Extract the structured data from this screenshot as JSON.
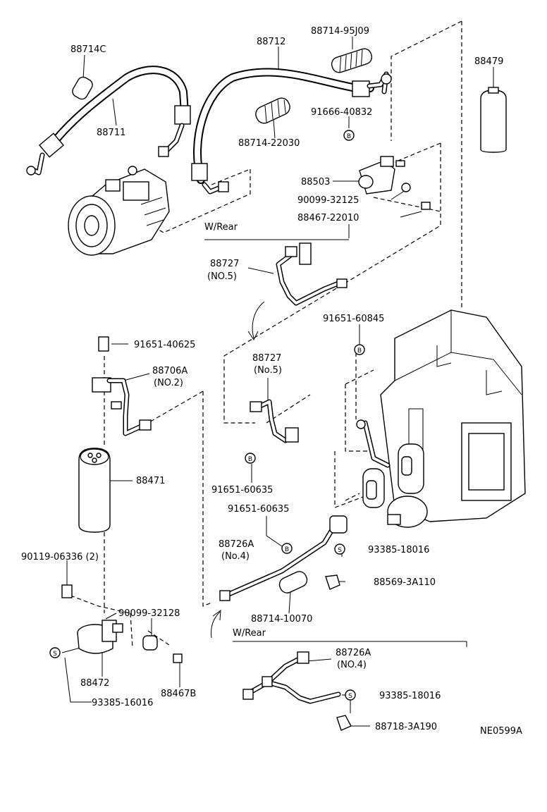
{
  "diagram": {
    "catalog_code": "NE0599A",
    "sections": {
      "w_rear_top": "W/Rear",
      "w_rear_bottom": "W/Rear"
    },
    "symbols": {
      "b": "B",
      "s": "S"
    },
    "labels": {
      "p88714C": "88714C",
      "p88711": "88711",
      "p88712": "88712",
      "p88714_95J09": "88714-95J09",
      "p88479": "88479",
      "p91666_40832": "91666-40832",
      "p88714_22030": "88714-22030",
      "p88503": "88503",
      "p90099_32125": "90099-32125",
      "p88467_22010": "88467-22010",
      "p88727_top": "88727",
      "p88727_top_no": "(NO.5)",
      "p91651_60845": "91651-60845",
      "p91651_40625": "91651-40625",
      "p88706A": "88706A",
      "p88706A_no": "(NO.2)",
      "p88727_mid": "88727",
      "p88727_mid_no": "(No.5)",
      "p88471": "88471",
      "p91651_60635_a": "91651-60635",
      "p91651_60635_b": "91651-60635",
      "p88726A": "88726A",
      "p88726A_no": "(No.4)",
      "p93385_18016_a": "93385-18016",
      "p88569_3A110": "88569-3A110",
      "p90119_06336": "90119-06336 (2)",
      "p90099_32128": "90099-32128",
      "p88714_10070": "88714-10070",
      "p88726A_b": "88726A",
      "p88726A_b_no": "(NO.4)",
      "p88472": "88472",
      "p88467B": "88467B",
      "p93385_18016_b": "93385-18016",
      "p93385_16016": "93385-16016",
      "p88718_3A190": "88718-3A190"
    }
  }
}
